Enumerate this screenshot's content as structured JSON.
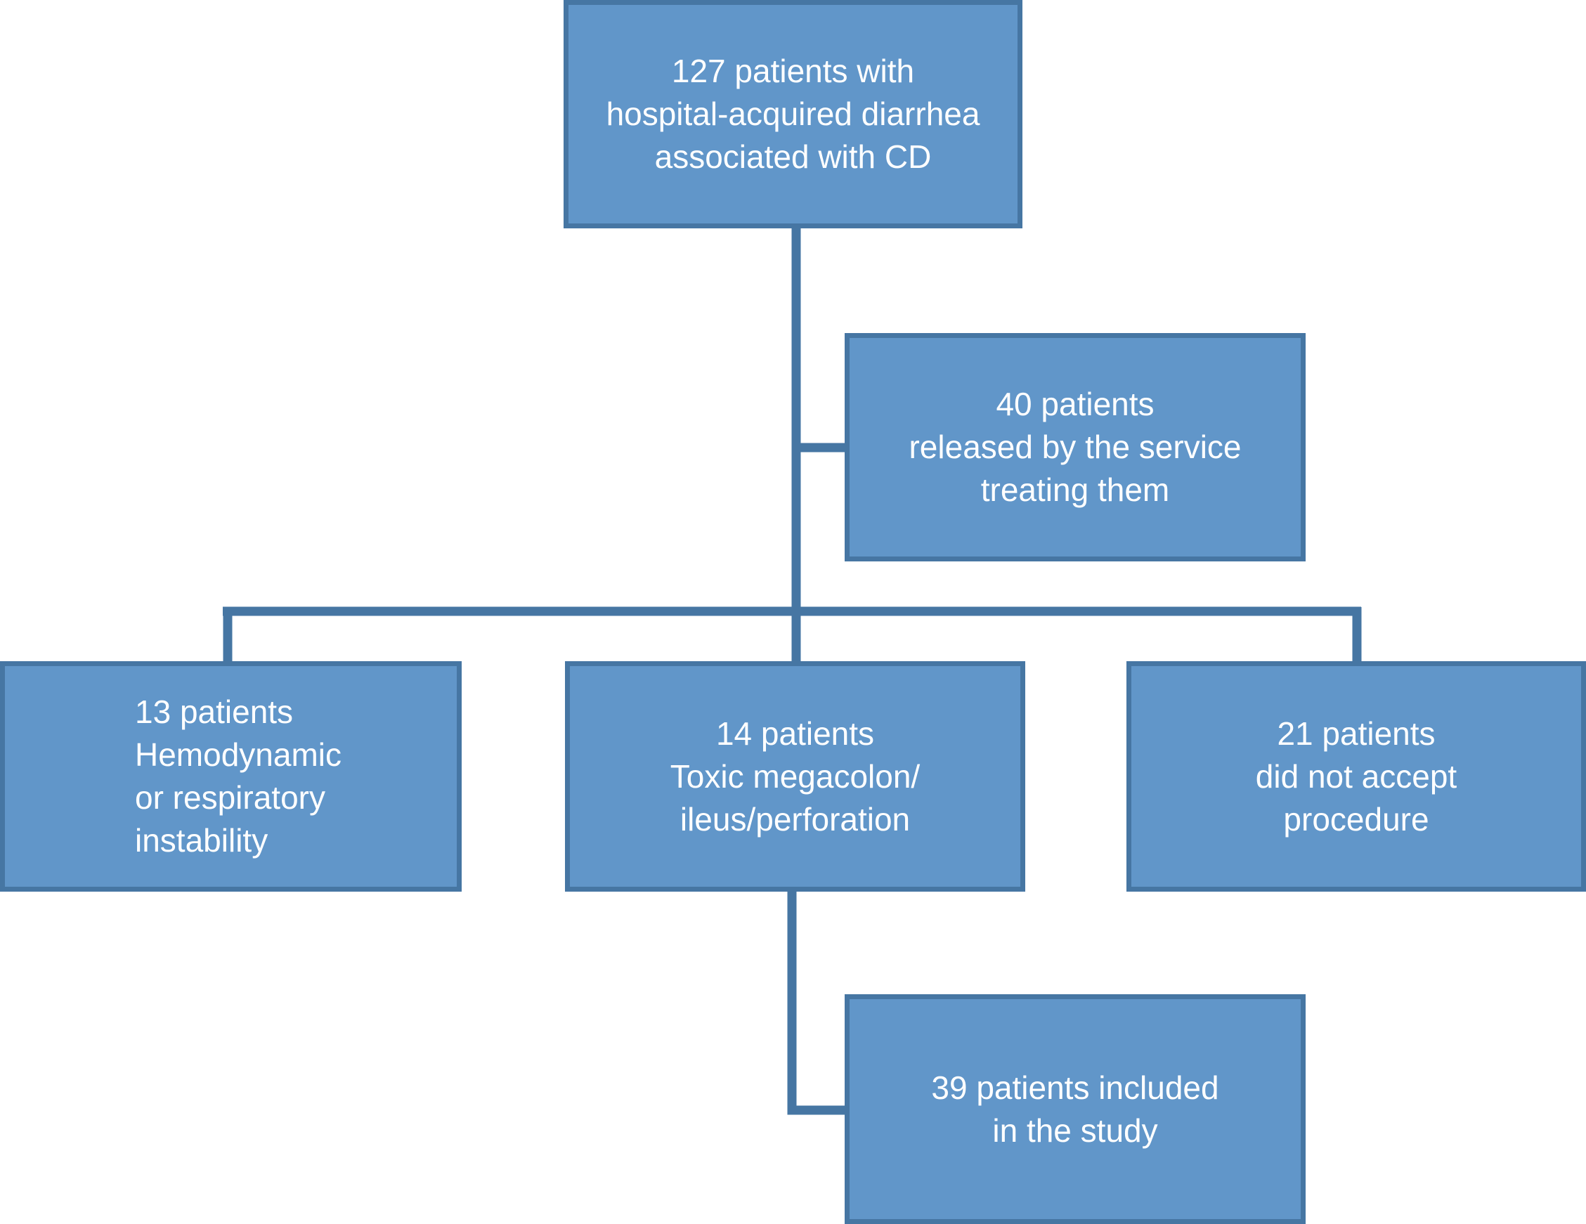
{
  "diagram": {
    "nodes": {
      "total": {
        "lines": [
          "127 patients with",
          "hospital-acquired diarrhea",
          "associated with CD"
        ]
      },
      "released": {
        "lines": [
          "40 patients",
          "released by the service",
          "treating them"
        ]
      },
      "instability": {
        "lines": [
          "13 patients",
          "Hemodynamic",
          "or respiratory",
          "instability"
        ]
      },
      "megacolon": {
        "lines": [
          "14 patients",
          "Toxic megacolon/",
          "ileus/perforation"
        ]
      },
      "declined": {
        "lines": [
          "21 patients",
          "did not accept",
          "procedure"
        ]
      },
      "included": {
        "lines": [
          "39 patients included",
          "in the study"
        ]
      }
    },
    "edges": [
      {
        "from": "total",
        "to": "released"
      },
      {
        "from": "total",
        "to": "instability"
      },
      {
        "from": "total",
        "to": "megacolon"
      },
      {
        "from": "total",
        "to": "declined"
      },
      {
        "from": "megacolon",
        "to": "included"
      }
    ],
    "colors": {
      "box_fill": "#6196c9",
      "box_border": "#4676a3",
      "connector": "#4676a3",
      "text": "#ffffff"
    }
  }
}
